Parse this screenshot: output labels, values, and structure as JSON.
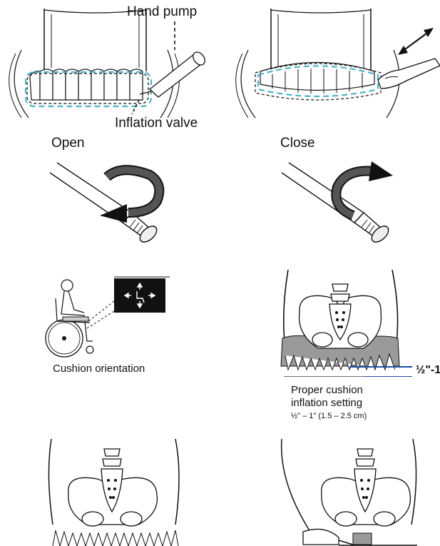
{
  "labels": {
    "hand_pump": "Hand pump",
    "inflation_valve": "Inflation valve",
    "open": "Open",
    "close": "Close",
    "cushion_orientation": "Cushion orientation",
    "half_to_one": "½\"-1\"",
    "proper_inflation": "Proper cushion",
    "proper_inflation_2": "inflation setting",
    "inflation_range": "½\" – 1\"  (1.5 – 2.5 cm)"
  },
  "colors": {
    "line": "#111111",
    "dashed_outline": "#4fb3c9",
    "measure_line": "#1f4fa3",
    "cushion_gray": "#9a9a9a",
    "icon_bg": "#111111"
  }
}
